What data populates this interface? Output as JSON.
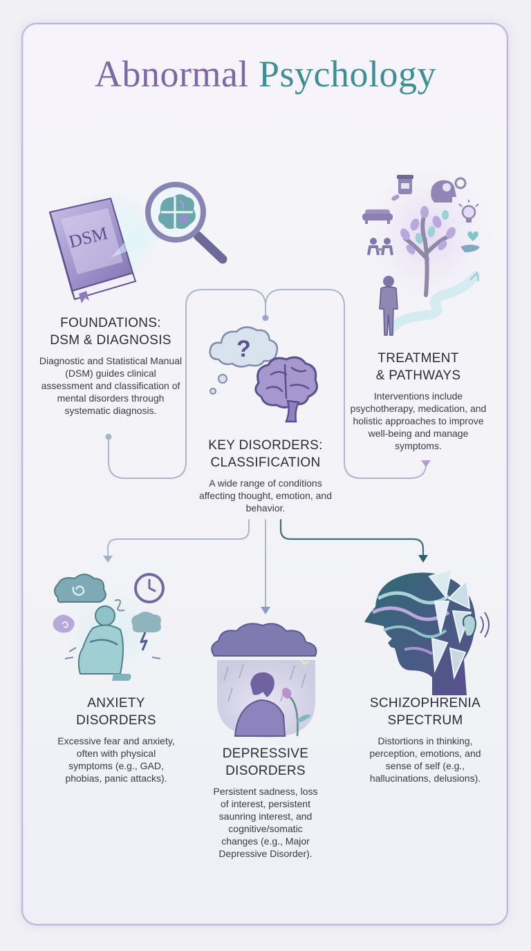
{
  "title": {
    "word1": "Abnormal",
    "word2": "Psychology"
  },
  "foundations": {
    "book_label": "DSM",
    "heading_line1": "FOUNDATIONS:",
    "heading_line2": "DSM & DIAGNOSIS",
    "description": "Diagnostic and Statistical Manual (DSM) guides clinical assessment and classification of mental disorders through systematic diagnosis."
  },
  "key_disorders": {
    "heading_line1": "KEY DISORDERS:",
    "heading_line2": "CLASSIFICATION",
    "description": "A wide range of conditions affecting thought, emotion, and behavior."
  },
  "treatment": {
    "heading_line1": "TREATMENT",
    "heading_line2": "& PATHWAYS",
    "description": "Interventions include psychotherapy, medication, and holistic approaches to improve well-being and manage symptoms."
  },
  "anxiety": {
    "heading_line1": "ANXIETY",
    "heading_line2": "DISORDERS",
    "description": "Excessive fear and anxiety, often with physical symptoms (e.g., GAD, phobias, panic attacks)."
  },
  "depressive": {
    "heading_line1": "DEPRESSIVE",
    "heading_line2": "DISORDERS",
    "description": "Persistent sadness, loss of interest, persistent saunring interest, and cognitive/somatic changes (e.g., Major Depressive Disorder)."
  },
  "schizophrenia": {
    "heading_line1": "SCHIZOPHRENIA",
    "heading_line2": "SPECTRUM",
    "description": "Distortions in thinking, perception, emotions, and sense of self (e.g., hallucinations, delusions)."
  },
  "colors": {
    "title_purple": "#7d68a6",
    "title_teal": "#3f8e95",
    "frame_border": "#bfb3dd",
    "connector": "#8f9cc0",
    "connector_dark": "#2f5f6c"
  }
}
